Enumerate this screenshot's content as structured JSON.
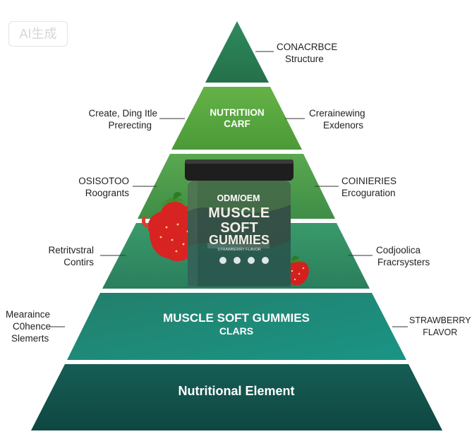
{
  "watermark": "AI生成",
  "tiers": [
    {
      "line1": "",
      "line2": ""
    },
    {
      "line1": "NUTRITIION",
      "line2": "CARF"
    },
    {
      "line1": "",
      "line2": ""
    },
    {
      "line1": "",
      "line2": ""
    },
    {
      "line1": "MUSCLE SOFT GUMMIES",
      "line2": "CLARS"
    },
    {
      "line1": "Nutritional Element",
      "line2": ""
    }
  ],
  "left_labels": [
    {
      "lines": [
        "Create, Ding Itle",
        "Prerecting"
      ]
    },
    {
      "lines": [
        "OSISOTOO",
        "Roogrants"
      ]
    },
    {
      "lines": [
        "Retritvstral",
        "Contirs"
      ]
    },
    {
      "lines": [
        "Mearaince",
        "C0hence",
        "Slemerts"
      ]
    }
  ],
  "right_labels": [
    {
      "lines": [
        "CONACRBCE",
        "Structure"
      ]
    },
    {
      "lines": [
        "Crerainewing",
        "Exdenors"
      ]
    },
    {
      "lines": [
        "COINIERIES",
        "Ercoguration"
      ]
    },
    {
      "lines": [
        "Codjoolica",
        "Fracrsysters"
      ]
    },
    {
      "lines": [
        "STRAWBERRY",
        "FLAVOR"
      ]
    }
  ],
  "jar": {
    "badge": "ODM/OEM",
    "title1": "MUSCLE",
    "title2": "SOFT",
    "title3": "GUMMIES",
    "subtitle": "STRAWBERRY FLAVOR"
  },
  "colors": {
    "tier1": "#2a7a52",
    "tier2": "#57a33f",
    "tier3": "#4f9b4b",
    "tier4": "#2f8a63",
    "tier5": "#1f7f6f",
    "tier6": "#14554e"
  }
}
